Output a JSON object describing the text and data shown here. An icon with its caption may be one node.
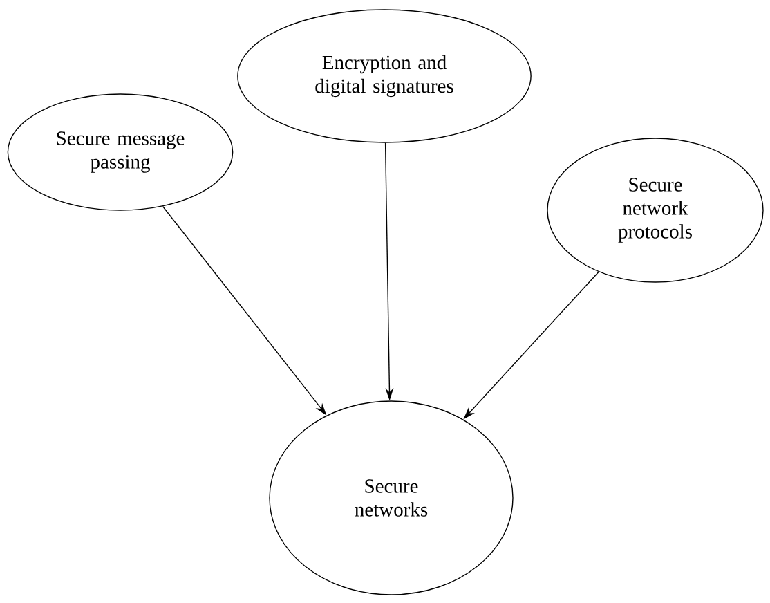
{
  "diagram": {
    "nodes": [
      {
        "text": [
          "Secure message passing"
        ]
      },
      {
        "text": [
          "Encryption and digital signatures"
        ]
      },
      {
        "text": [
          "Secure network protocols"
        ]
      },
      {
        "text": [
          "Secure networks"
        ]
      }
    ],
    "edges": [
      {
        "from": 0,
        "to": 3,
        "arrow": "to"
      },
      {
        "from": 1,
        "to": 3,
        "arrow": "to"
      },
      {
        "from": 2,
        "to": 3,
        "arrow": "to"
      }
    ]
  }
}
